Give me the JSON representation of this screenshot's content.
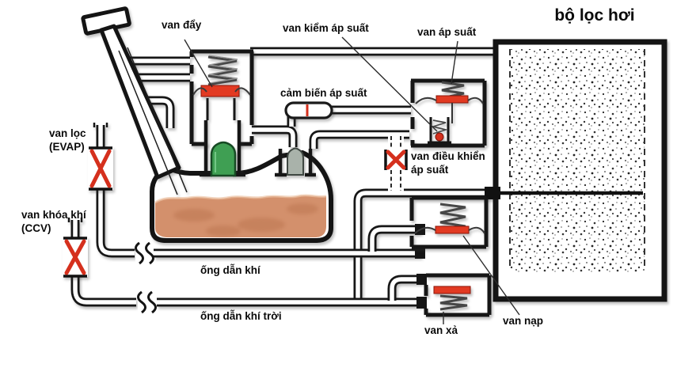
{
  "title": "bộ lọc hơi",
  "labels": {
    "fill_relief_valve": "van đẩy",
    "pressure_check_valve": "van kiểm áp suất",
    "pressure_valve": "van áp suất",
    "pressure_sensor": "cảm biến áp suất",
    "evap_filter_valve": {
      "line1": "van lọc",
      "line2": "(EVAP)"
    },
    "ccv_air_shutoff_valve": {
      "line1": "van khóa khí",
      "line2": "(CCV)"
    },
    "pressure_control_valve": {
      "line1": "van điều khiển",
      "line2": "áp suất"
    },
    "gas_pipe": "ống dẫn khí",
    "ambient_air_pipe": "ống dẫn khí trời",
    "discharge_valve": "van xả",
    "charge_valve": "van nạp"
  },
  "colors": {
    "pipe_outline": "#171717",
    "valve_red": "#d5301d",
    "seat_red": "#e23a22",
    "float_valve_green": "#3f9f53",
    "float_valve_gray": "#a9b2aa",
    "fuel": "#d3906c",
    "background": "#ffffff"
  }
}
